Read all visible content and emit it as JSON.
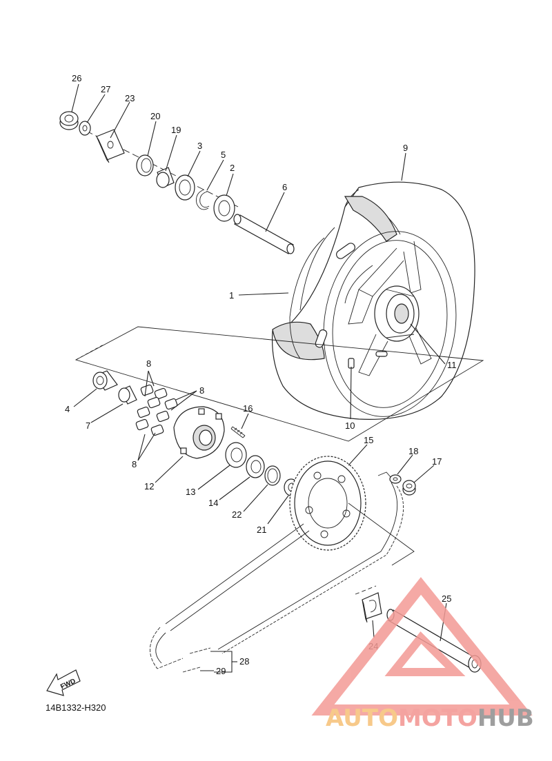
{
  "diagram": {
    "drawing_code": "14B1332-H320",
    "direction_marker": "FWD",
    "callouts": [
      {
        "id": "c26",
        "text": "26"
      },
      {
        "id": "c27",
        "text": "27"
      },
      {
        "id": "c23",
        "text": "23"
      },
      {
        "id": "c20",
        "text": "20"
      },
      {
        "id": "c19",
        "text": "19"
      },
      {
        "id": "c3",
        "text": "3"
      },
      {
        "id": "c5",
        "text": "5"
      },
      {
        "id": "c2",
        "text": "2"
      },
      {
        "id": "c6",
        "text": "6"
      },
      {
        "id": "c9",
        "text": "9"
      },
      {
        "id": "c1",
        "text": "1"
      },
      {
        "id": "c11",
        "text": "11"
      },
      {
        "id": "c10",
        "text": "10"
      },
      {
        "id": "c8a",
        "text": "8"
      },
      {
        "id": "c8b",
        "text": "8"
      },
      {
        "id": "c8c",
        "text": "8"
      },
      {
        "id": "c4",
        "text": "4"
      },
      {
        "id": "c7",
        "text": "7"
      },
      {
        "id": "c16",
        "text": "16"
      },
      {
        "id": "c12",
        "text": "12"
      },
      {
        "id": "c13",
        "text": "13"
      },
      {
        "id": "c14",
        "text": "14"
      },
      {
        "id": "c22",
        "text": "22"
      },
      {
        "id": "c21",
        "text": "21"
      },
      {
        "id": "c15",
        "text": "15"
      },
      {
        "id": "c18",
        "text": "18"
      },
      {
        "id": "c17",
        "text": "17"
      },
      {
        "id": "c25",
        "text": "25"
      },
      {
        "id": "c24",
        "text": "24"
      },
      {
        "id": "c28",
        "text": "28"
      },
      {
        "id": "c29",
        "text": "29"
      }
    ]
  },
  "watermark": {
    "auto": "AUTO",
    "moto": "MOTO",
    "hub": "HUB",
    "colors": {
      "auto": "#f7c98a",
      "moto": "#f4a3a0",
      "hub": "#9e9e9e",
      "triangle": "#f39a95"
    }
  }
}
